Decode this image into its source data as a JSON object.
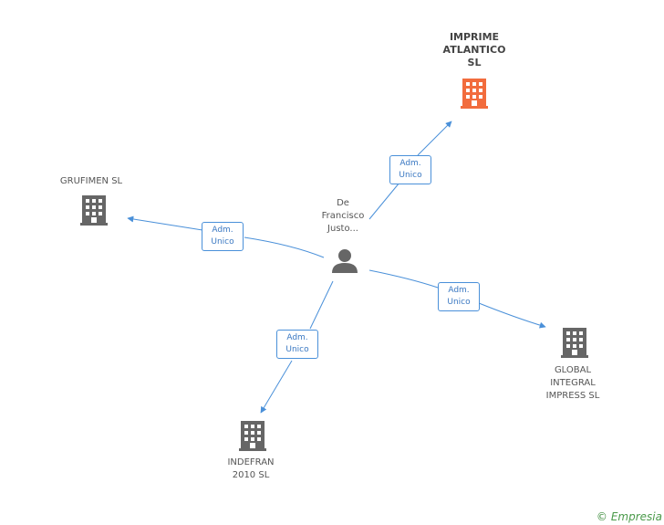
{
  "center": {
    "name": "De Francisco Justo...",
    "name_lines": [
      "De",
      "Francisco",
      "Justo..."
    ],
    "icon": "person-icon"
  },
  "companies": [
    {
      "id": "imprime",
      "lines": [
        "IMPRIME",
        "ATLANTICO",
        "SL"
      ],
      "highlight": true,
      "color": "#f26c3d"
    },
    {
      "id": "grufimen",
      "lines": [
        "GRUFIMEN SL"
      ],
      "highlight": false,
      "color": "#666666"
    },
    {
      "id": "global",
      "lines": [
        "GLOBAL",
        "INTEGRAL",
        "IMPRESS SL"
      ],
      "highlight": false,
      "color": "#666666"
    },
    {
      "id": "indefran",
      "lines": [
        "INDEFRAN",
        "2010 SL"
      ],
      "highlight": false,
      "color": "#666666"
    }
  ],
  "relations": [
    {
      "to": "imprime",
      "line1": "Adm.",
      "line2": "Unico"
    },
    {
      "to": "grufimen",
      "line1": "Adm.",
      "line2": "Unico"
    },
    {
      "to": "global",
      "line1": "Adm.",
      "line2": "Unico"
    },
    {
      "to": "indefran",
      "line1": "Adm.",
      "line2": "Unico"
    }
  ],
  "colors": {
    "edge": "#4a90d9",
    "highlight": "#f26c3d",
    "building": "#666666"
  },
  "footer": {
    "copyright": "©",
    "brand": "Empresia"
  }
}
